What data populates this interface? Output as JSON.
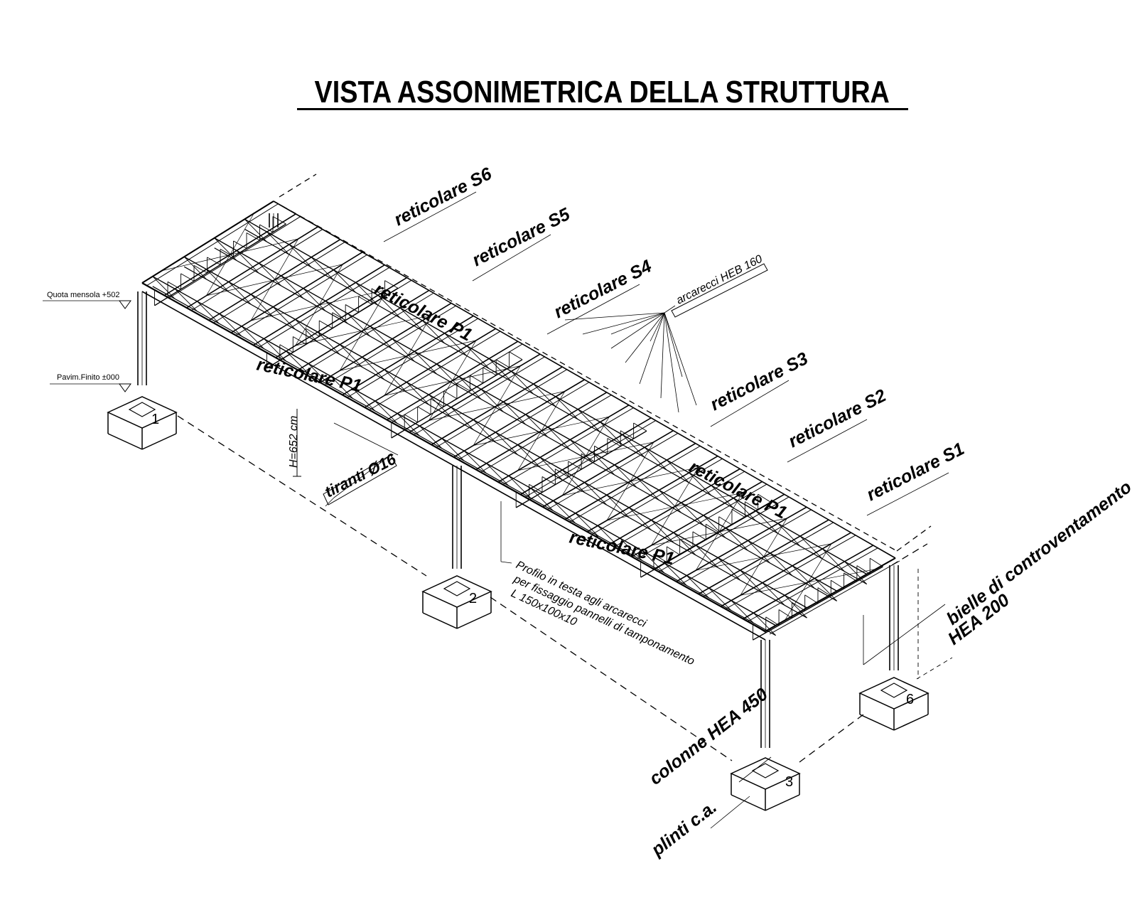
{
  "title": "VISTA ASSONIMETRICA  DELLA STRUTTURA",
  "labels": {
    "s6": "reticolare S6",
    "s5": "reticolare S5",
    "s4": "reticolare S4",
    "s3": "reticolare S3",
    "s2": "reticolare S2",
    "s1": "reticolare S1",
    "p1_a": "reticolare P1",
    "p1_b": "reticolare P1",
    "p1_c": "reticolare P1",
    "p1_d": "reticolare P1",
    "arcarecci": "arcarecci HEB 160",
    "tiranti": "tiranti Ø16",
    "height": "H=652 cm",
    "quota_mensola": "Quota mensola +502",
    "pavim_finito": "Pavim.Finito ±000",
    "profilo_1": "Profilo in testa agli arcarecci",
    "profilo_2": "per fissaggio pannelli di tamponamento",
    "profilo_3": "L 150x100x10",
    "bielle_1": "bielle di controventamento",
    "bielle_2": "HEA 200",
    "colonne": "colonne HEA 450",
    "plinti": "plinti c.a."
  },
  "plinths": [
    "1",
    "2",
    "3",
    "6"
  ]
}
